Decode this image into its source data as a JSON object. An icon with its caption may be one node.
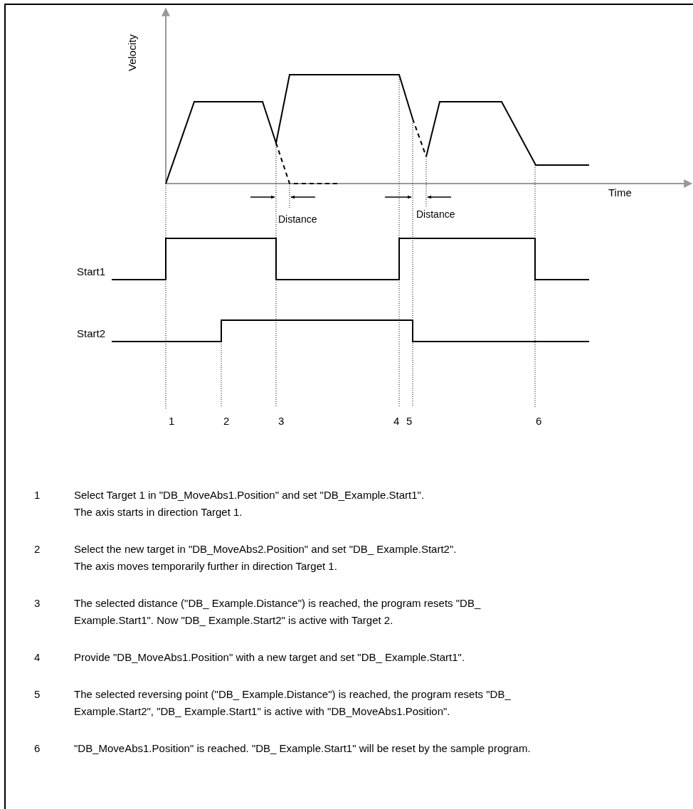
{
  "diagram": {
    "labels": [
      "Velocity",
      "Time",
      "Distance",
      "Distance",
      "Start1",
      "Start2",
      "1",
      "2",
      "3",
      "4",
      "5",
      "6",
      "1",
      "Select Target 1 in \"DB_MoveAbs1.Position\" and set \"DB_Example.Start1\".",
      "The axis starts in direction Target 1.",
      "2",
      "Select the new target in \"DB_MoveAbs2.Position\" and set \"DB_ Example.Start2\".",
      "The axis moves temporarily further in direction Target 1.",
      "3",
      "The selected distance (\"DB_ Example.Distance\") is reached, the program resets \"DB_ Example.Start1\". Now \"DB_ Example.Start2\" is active with Target 2.",
      "4",
      "Provide \"DB_MoveAbs1.Position\" with a new target and set \"DB_ Example.Start1\".",
      "5",
      "The selected reversing point (\"DB_ Example.Distance\") is reached, the program resets \"DB_ Example.Start2\", \"DB_ Example.Start1\" is active with \"DB_MoveAbs1.Position\".",
      "6",
      "\"DB_MoveAbs1.Position\" is reached. \"DB_ Example.Start1\" will be reset by the sample program."
    ]
  }
}
